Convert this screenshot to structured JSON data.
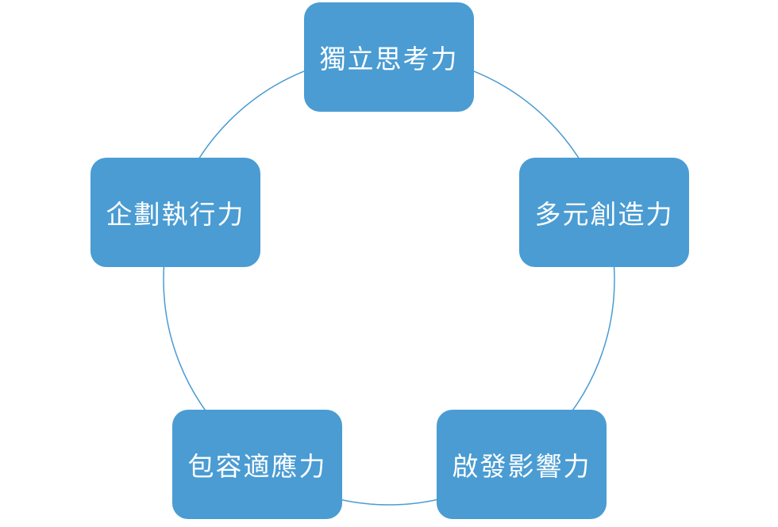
{
  "cycle": {
    "line_color": "#4a9cd3",
    "box_color": "#4a9cd3",
    "text_color": "#ffffff",
    "nodes": [
      {
        "label": "獨立思考力"
      },
      {
        "label": "多元創造力"
      },
      {
        "label": "啟發影響力"
      },
      {
        "label": "包容適應力"
      },
      {
        "label": "企劃執行力"
      }
    ]
  }
}
